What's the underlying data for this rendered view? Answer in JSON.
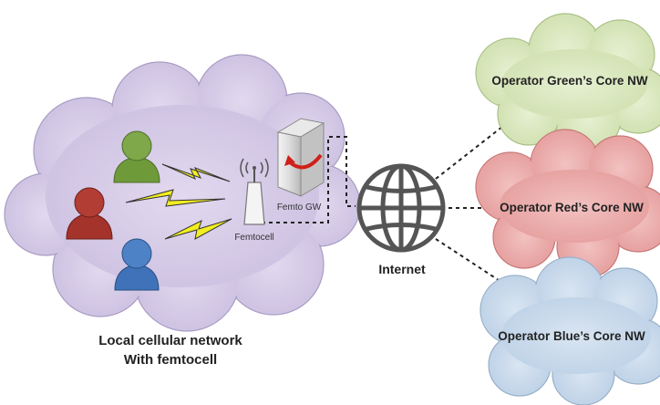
{
  "local_network": {
    "caption_line1": "Local cellular network",
    "caption_line2": "With femtocell",
    "cloud_color": "#d5cbe6",
    "users": [
      {
        "name": "green-user",
        "color": "#6f9a3a"
      },
      {
        "name": "red-user",
        "color": "#a3332b"
      },
      {
        "name": "blue-user",
        "color": "#3f72b8"
      }
    ]
  },
  "femtocell": {
    "label": "Femtocell"
  },
  "femto_gw": {
    "label": "Femto GW"
  },
  "internet": {
    "label": "Internet"
  },
  "operators": [
    {
      "label": "Operator Green’s Core NW",
      "color": "#d9e8bf"
    },
    {
      "label": "Operator Red’s Core NW",
      "color": "#ebaaa9"
    },
    {
      "label": "Operator Blue’s Core NW",
      "color": "#c7d8ea"
    }
  ],
  "signal_color": "#f2ee21"
}
